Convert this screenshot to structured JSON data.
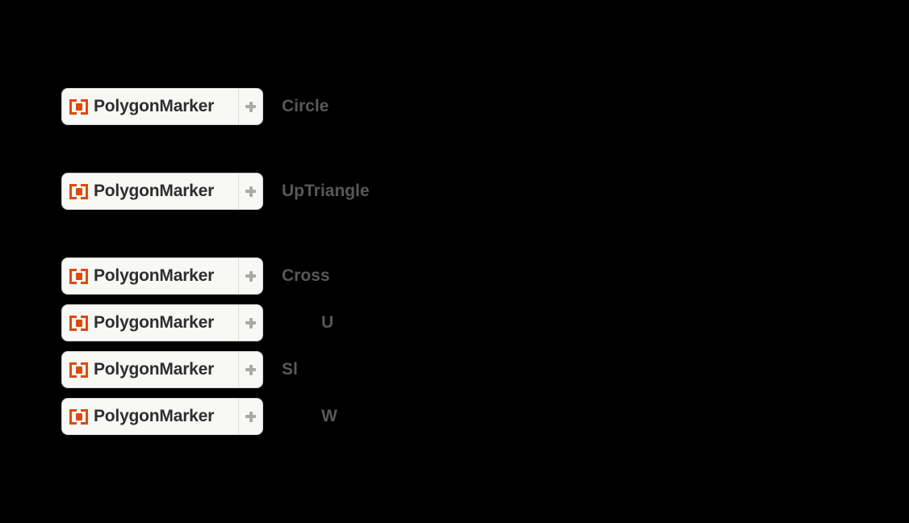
{
  "app": {
    "background_color": "#000000"
  },
  "colors": {
    "box_background": "#f8f8f6",
    "box_border": "#cfcfcc",
    "resource_icon_orange": "#dd4b0b",
    "function_name_text": "#2e2e2e",
    "argument_text": "#585858",
    "plus_icon": "#a9a9a7",
    "divider": "#dededb"
  },
  "icons": {
    "resource_function_icon": "bracket-filled-square [▪]",
    "expander_icon": "plus"
  },
  "rows": [
    {
      "function": "PolygonMarker",
      "argument": "Circle"
    },
    {
      "function": "PolygonMarker",
      "argument": "UpTriangle"
    },
    {
      "function": "PolygonMarker",
      "argument": "Cross"
    },
    {
      "function": "PolygonMarker",
      "argument": "U"
    },
    {
      "function": "PolygonMarker",
      "argument": "Sl"
    },
    {
      "function": "PolygonMarker",
      "argument": "W"
    }
  ]
}
